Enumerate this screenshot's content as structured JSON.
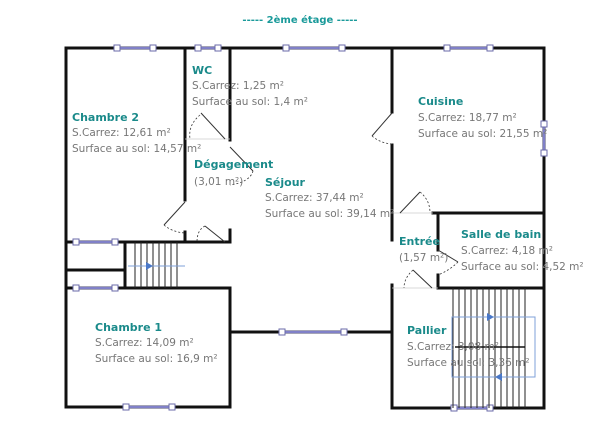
{
  "title": "-----  2ème étage  -----",
  "rooms": {
    "chambre2": {
      "name": "Chambre 2",
      "carrez": "S.Carrez: 12,61 m²",
      "sol": "Surface au sol: 14,57 m²"
    },
    "wc": {
      "name": "WC",
      "carrez": "S.Carrez: 1,25 m²",
      "sol": "Surface au sol: 1,4 m²"
    },
    "degagement": {
      "name": "Dégagement",
      "area": "(3,01 m²)"
    },
    "sejour": {
      "name": "Séjour",
      "carrez": "S.Carrez: 37,44 m²",
      "sol": "Surface au sol: 39,14 m²"
    },
    "cuisine": {
      "name": "Cuisine",
      "carrez": "S.Carrez: 18,77 m²",
      "sol": "Surface au sol: 21,55 m²"
    },
    "entree": {
      "name": "Entrée",
      "area": "(1,57 m²)"
    },
    "sdb": {
      "name": "Salle de bain",
      "carrez": "S.Carrez: 4,18 m²",
      "sol": "Surface au sol: 4,52 m²"
    },
    "chambre1": {
      "name": "Chambre 1",
      "carrez": "S.Carrez: 14,09 m²",
      "sol": "Surface au sol: 16,9 m²"
    },
    "pallier": {
      "name": "Pallier",
      "carrez": "S.Carrez: 3,08 m²",
      "sol": "Surface au sol: 3,36 m²"
    }
  },
  "colors": {
    "wall": "#111111",
    "window": "#8080c8",
    "label": "#1a8a8a",
    "text": "#777777",
    "stair_arrow": "#7fa0d8"
  }
}
